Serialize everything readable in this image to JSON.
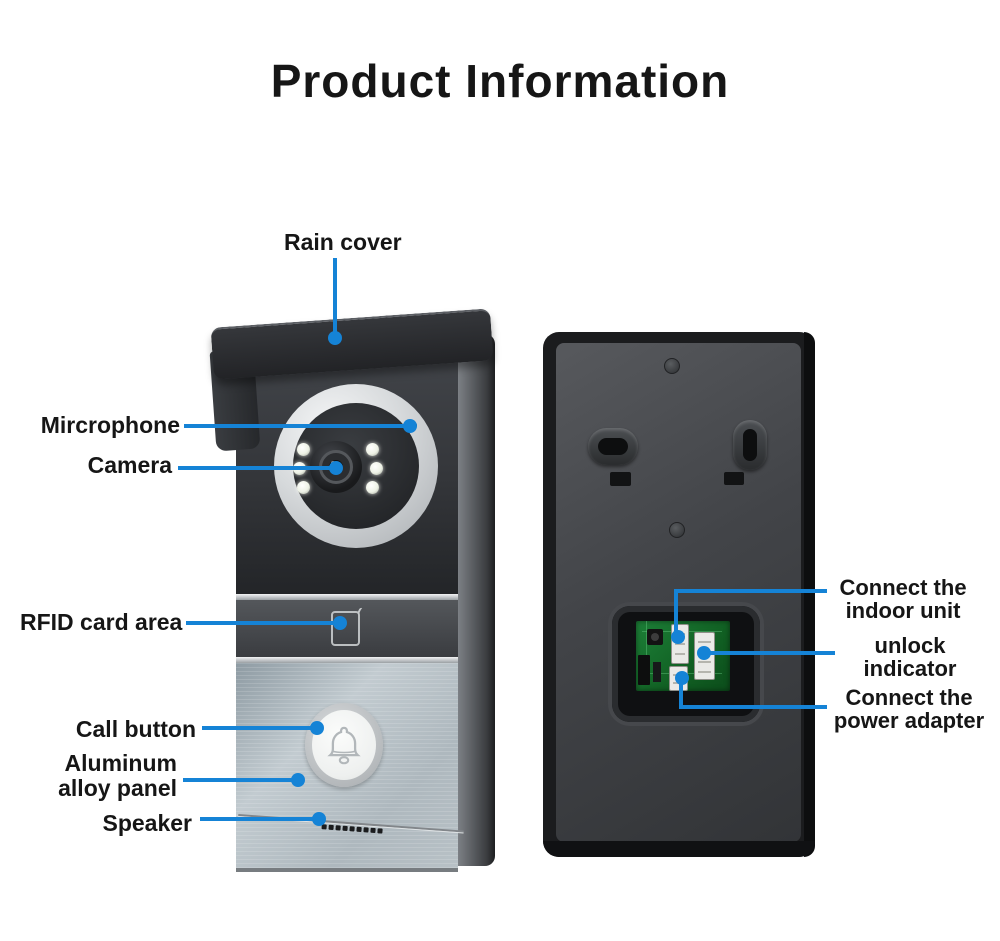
{
  "title": "Product Information",
  "colors": {
    "leader": "#1583d6",
    "text": "#161616"
  },
  "front": {
    "rain_cover": {
      "label": "Rain cover"
    },
    "microphone": {
      "label": "Mircrophone"
    },
    "camera": {
      "label": "Camera"
    },
    "rfid": {
      "label": "RFID card area"
    },
    "call_button": {
      "label": "Call button"
    },
    "panel": {
      "line1": "Aluminum",
      "line2": "alloy panel"
    },
    "speaker": {
      "label": "Speaker"
    }
  },
  "back": {
    "indoor_unit": {
      "line1": "Connect the",
      "line2": "indoor unit"
    },
    "unlock_indicator": {
      "line1": "unlock",
      "line2": "indicator"
    },
    "power_adapter": {
      "line1": "Connect the",
      "line2": "power adapter"
    }
  }
}
